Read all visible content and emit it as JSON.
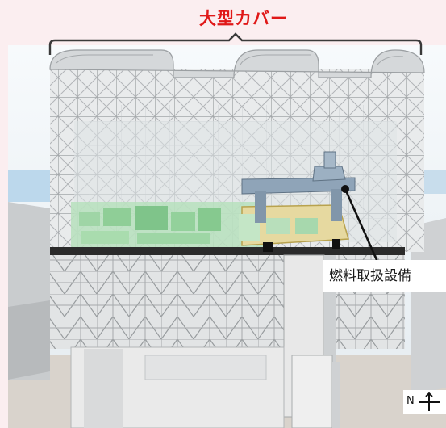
{
  "title": "大型カバー",
  "callout_label": "燃料取扱設備",
  "compass": {
    "label": "N"
  },
  "colors": {
    "title": "#e01818",
    "background": "#fbeef0",
    "frame": "#cfd2d4",
    "fuel_equipment": "#8fa4b8",
    "pool_green": "#a6dcae",
    "callout_line": "#111111"
  }
}
